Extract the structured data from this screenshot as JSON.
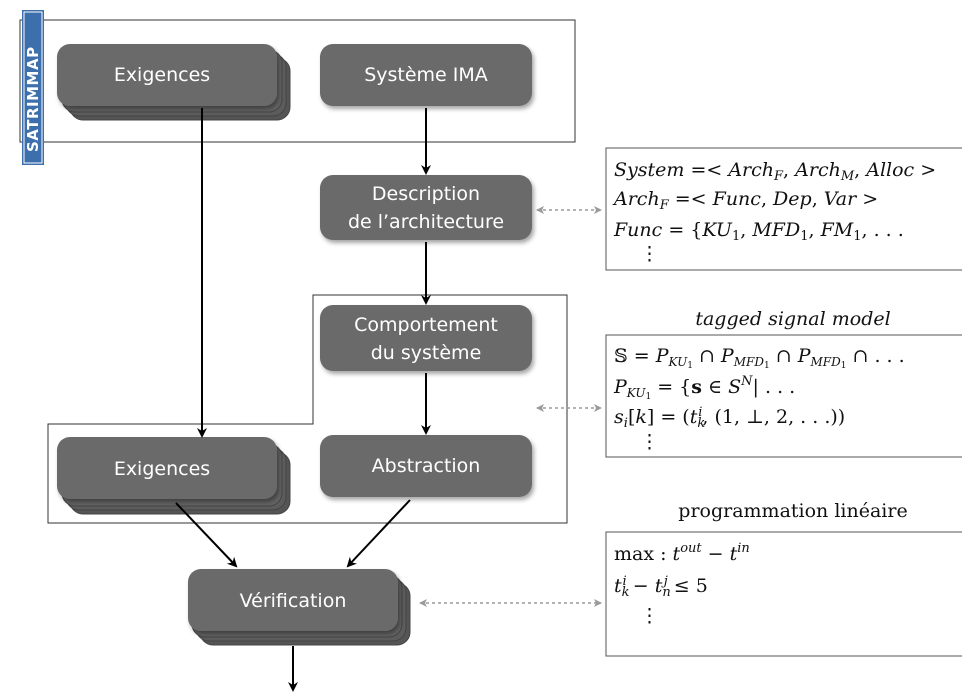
{
  "logo": {
    "text": "SATRIMMAP",
    "color": "#3d6fad"
  },
  "colors": {
    "node": "#6b6b6b",
    "node_stack": "#555555",
    "edge": "#000000",
    "dashed": "#9a9a9a"
  },
  "nodes": {
    "exigences_top": {
      "label": "Exigences"
    },
    "systeme_ima": {
      "label": "Système IMA"
    },
    "description": {
      "line1": "Description",
      "line2": "de l’architecture"
    },
    "comportement": {
      "line1": "Comportement",
      "line2": "du système"
    },
    "exigences_bottom": {
      "label": "Exigences"
    },
    "abstraction": {
      "label": "Abstraction"
    },
    "verification": {
      "label": "Vérification"
    }
  },
  "panels": {
    "system": {
      "lines": [
        "System =< Arch_F, Arch_M, Alloc >",
        "Arch_F =< Func, Dep, Var >",
        "Func = {KU_1, MFD_1, FM_1, . . .",
        "⋮"
      ]
    },
    "tagged": {
      "caption": "tagged signal model",
      "lines": [
        "𝕊 = P_KU1 ∩ P_MFD1 ∩ P_MFD1 ∩ . . .",
        "P_KU1 = {s ∈ S^N | . . .",
        "s_i[k] = (t_k^i, (1, ⊥, 2, . . .))",
        "⋮"
      ]
    },
    "lp": {
      "caption": "programmation linéaire",
      "lines": [
        "max : t^out − t^in",
        "t_k^i − t_n^j ≤ 5",
        "⋮"
      ]
    }
  }
}
